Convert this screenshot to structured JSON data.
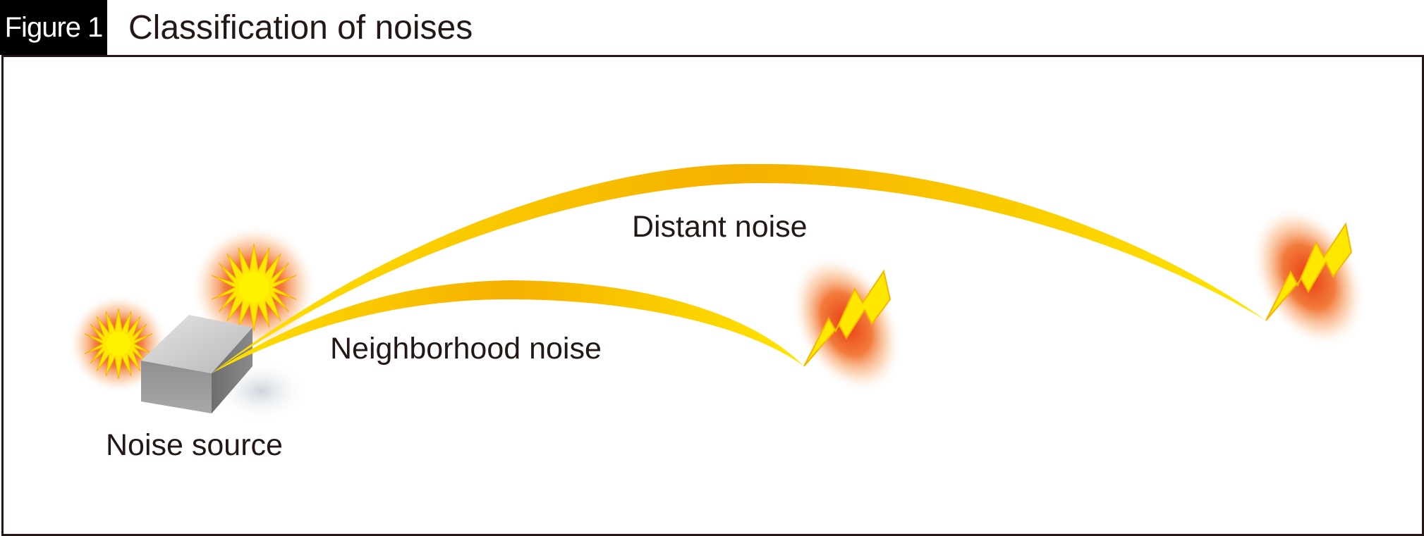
{
  "figure": {
    "tag": "Figure 1",
    "title": "Classification of noises"
  },
  "labels": {
    "distant": "Distant noise",
    "neighborhood": "Neighborhood noise",
    "source": "Noise source"
  },
  "colors": {
    "arc_yellow": "#ffd200",
    "arc_orange": "#f5a200",
    "glow_orange": "#f05a14",
    "bolt_yellow": "#ffe800",
    "box_gray": "#9b9b9b",
    "frame": "#231815"
  },
  "icons": [
    "sun-burst-icon",
    "lightning-bolt-icon",
    "noise-source-box"
  ]
}
